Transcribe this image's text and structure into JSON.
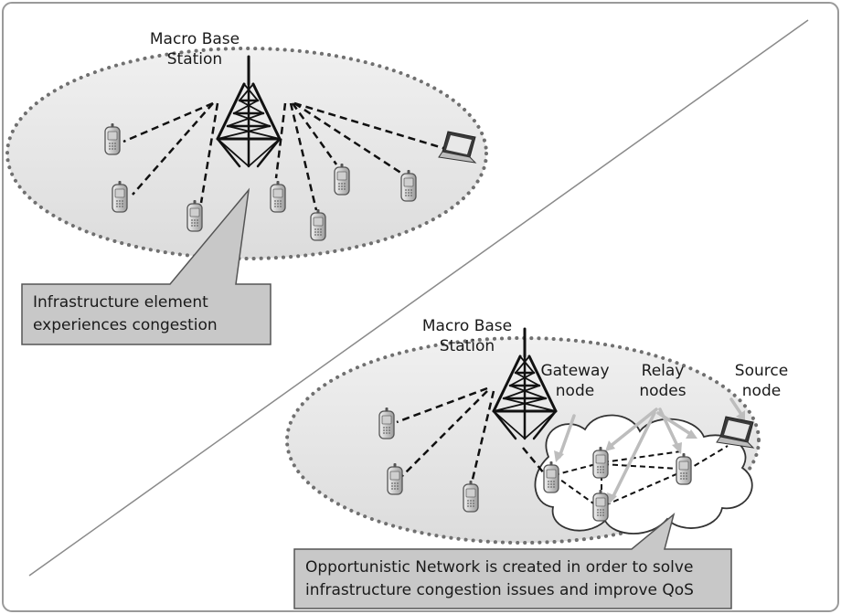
{
  "top_scene": {
    "tower_label": [
      "Macro Base",
      "Station"
    ],
    "callout": [
      "Infrastructure element",
      "experiences congestion"
    ]
  },
  "bottom_scene": {
    "tower_label": [
      "Macro Base",
      "Station"
    ],
    "gateway_label": [
      "Gateway",
      "node"
    ],
    "relay_label": [
      "Relay",
      "nodes"
    ],
    "source_label": [
      "Source",
      "node"
    ],
    "callout": [
      "Opportunistic Network is created in order to solve",
      "infrastructure congestion issues and improve QoS"
    ]
  },
  "colors": {
    "frame": "#9a9a9a",
    "cell_fill": "#e6e6e6",
    "cell_border": "#707070",
    "callout_fill": "#c8c8c8",
    "callout_border": "#555555",
    "tower": "#111111",
    "arrow": "#bdbdbd"
  },
  "icons": [
    "tower-icon",
    "phone-icon",
    "laptop-icon",
    "cloud-icon"
  ]
}
